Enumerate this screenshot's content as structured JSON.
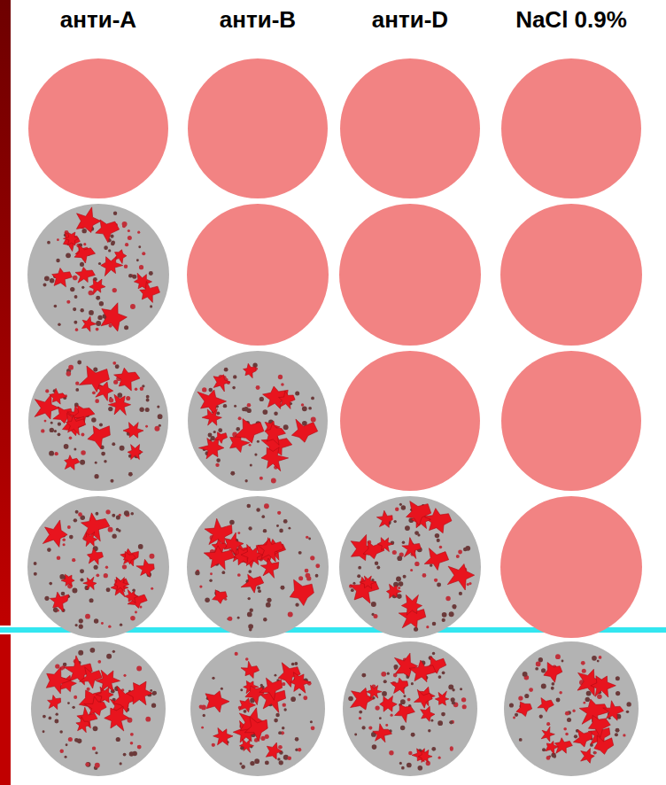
{
  "diagram": {
    "labels": [
      "анти-A",
      "анти-B",
      "анти-D",
      "NaCl 0.9%"
    ]
  }
}
